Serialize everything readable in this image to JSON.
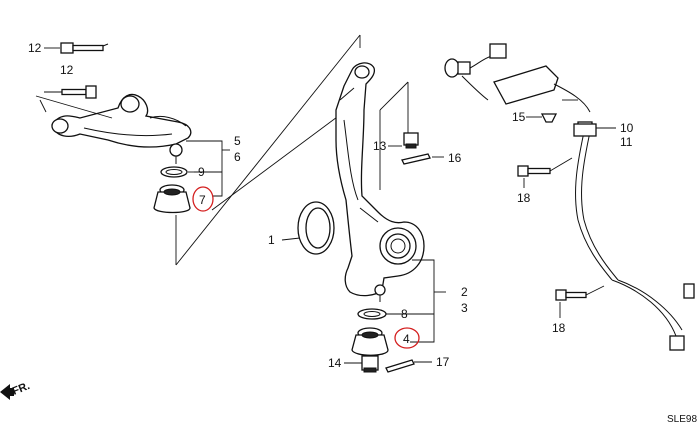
{
  "diagram": {
    "labels": {
      "p1": "1",
      "p2": "2",
      "p3": "3",
      "p4": "4",
      "p5": "5",
      "p6": "6",
      "p7": "7",
      "p8": "8",
      "p9": "9",
      "p10": "10",
      "p11": "11",
      "p12a": "12",
      "p12b": "12",
      "p13": "13",
      "p14": "14",
      "p15": "15",
      "p16": "16",
      "p17": "17",
      "p18a": "18",
      "p18b": "18"
    },
    "front_marker": "FR.",
    "diagram_code": "SLE98",
    "highlighted_parts": [
      "4",
      "7"
    ],
    "highlight_color": "#d42020"
  }
}
